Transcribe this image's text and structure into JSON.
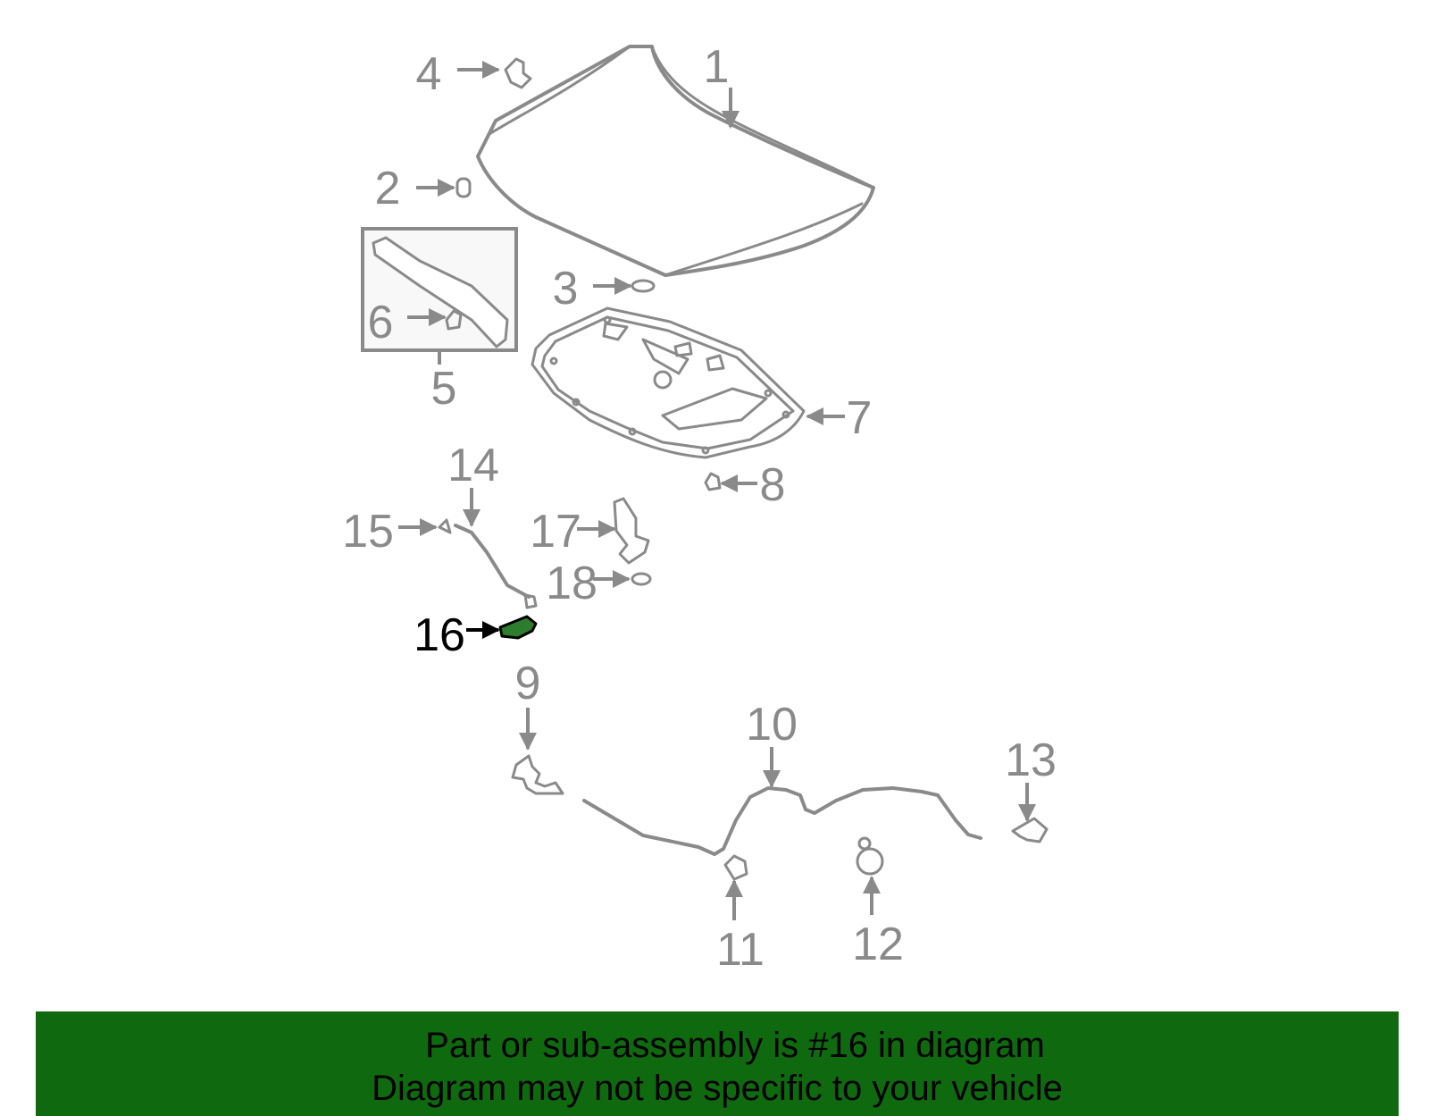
{
  "banner": {
    "line1": "Part or sub-assembly is #16 in diagram",
    "line2": "Diagram may not be specific to your vehicle",
    "background_color": "#0f6a0f"
  },
  "diagram": {
    "highlight_color": "#2e7d2e",
    "part_color": "#8a8a8a",
    "highlighted_part": "16",
    "callouts": {
      "c1": "1",
      "c2": "2",
      "c3": "3",
      "c4": "4",
      "c5": "5",
      "c6": "6",
      "c7": "7",
      "c8": "8",
      "c9": "9",
      "c10": "10",
      "c11": "11",
      "c12": "12",
      "c13": "13",
      "c14": "14",
      "c15": "15",
      "c16": "16",
      "c17": "17",
      "c18": "18"
    }
  }
}
